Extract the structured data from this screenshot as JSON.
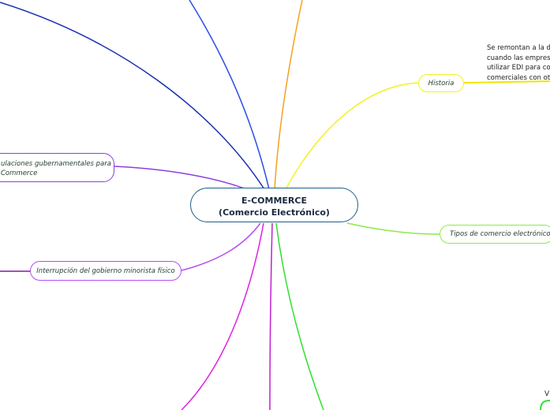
{
  "central": {
    "line1": "E-COMMERCE",
    "line2": "(Comercio Electrónico)"
  },
  "topics": [
    {
      "label": "Historia",
      "color": "#f2f224"
    },
    {
      "label": "Tipos de comercio electrónico",
      "color": "#8ee84a"
    },
    {
      "label": "ulaciones gubernamentales para",
      "label2": "Commerce",
      "color": "#9b3fe0"
    },
    {
      "label": "Interrupción del gobierno minorista físico",
      "color": "#b44ff0"
    }
  ],
  "historia_note": [
    "Se remontan a la d",
    "cuando las empres",
    "utilizar EDI para co",
    "comerciales con ot"
  ],
  "partial_text": "V"
}
